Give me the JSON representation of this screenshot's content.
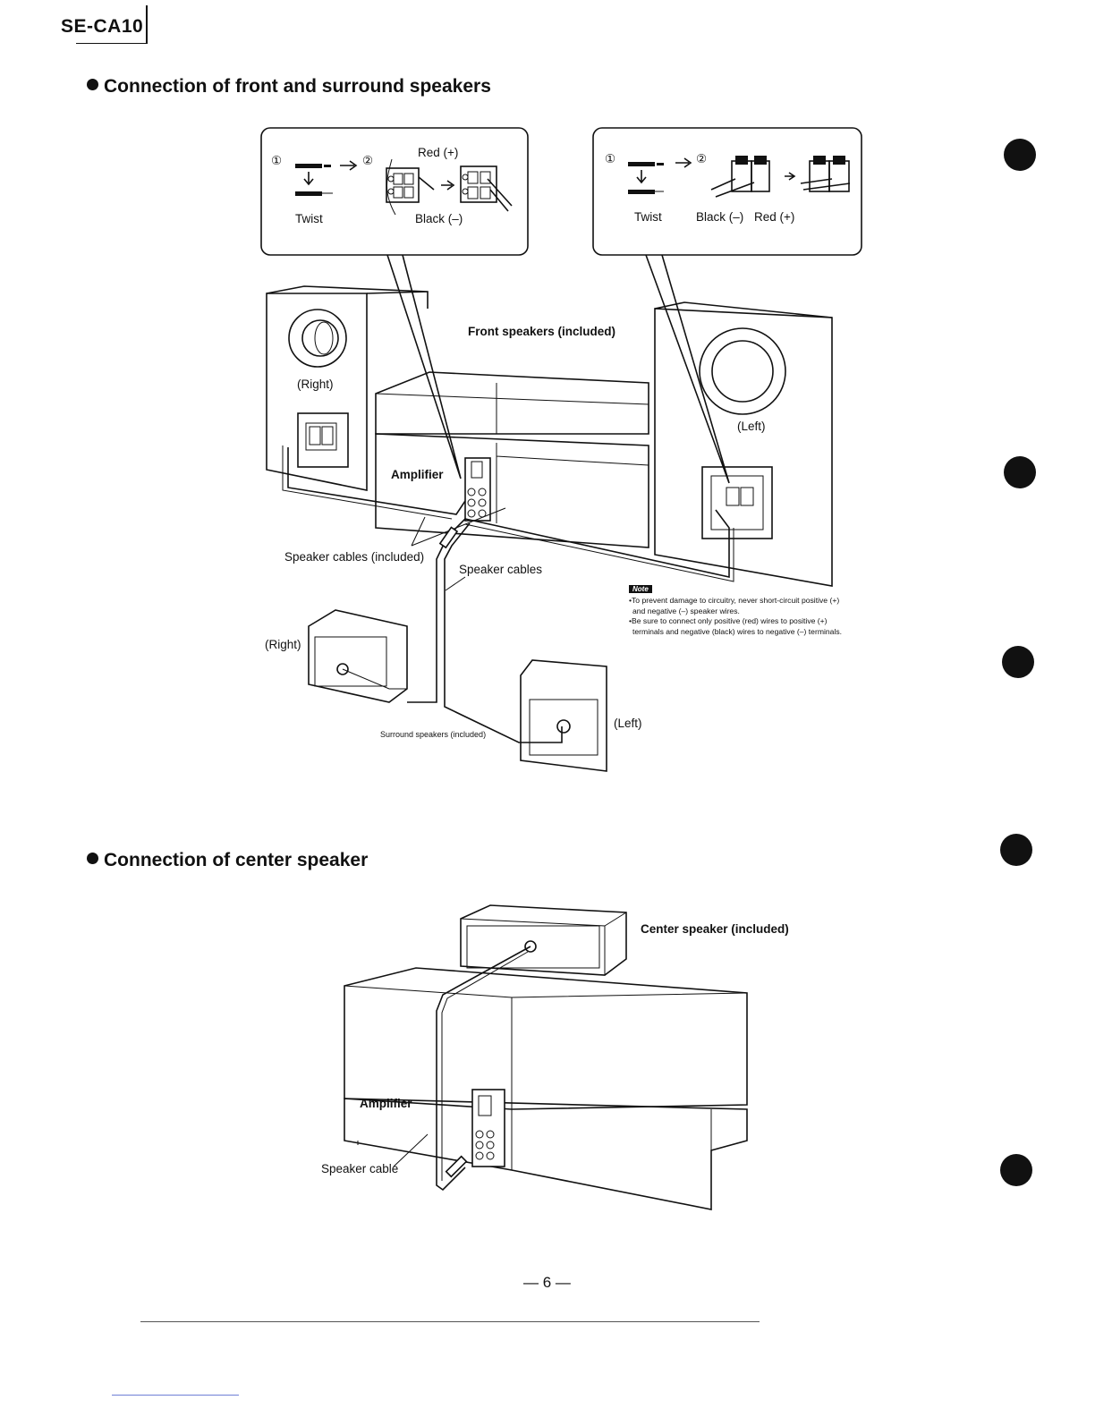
{
  "header": {
    "model": "SE-CA10"
  },
  "section1": {
    "heading": "Connection of front and surround speakers",
    "left_callout": {
      "step1": "①",
      "step2": "②",
      "twist": "Twist",
      "red": "Red (+)",
      "black": "Black (–)"
    },
    "right_callout": {
      "step1": "①",
      "step2": "②",
      "twist": "Twist",
      "black": "Black (–)",
      "red": "Red (+)"
    },
    "labels": {
      "front_speakers": "Front speakers (included)",
      "right_front": "(Right)",
      "left_front": "(Left)",
      "amplifier": "Amplifier",
      "speaker_cables_included": "Speaker cables (included)",
      "speaker_cables": "Speaker cables",
      "right_surround": "(Right)",
      "left_surround": "(Left)",
      "surround_speakers": "Surround speakers (included)"
    },
    "note": {
      "badge": "Note",
      "line1": "•To prevent damage to circuitry, never short-circuit positive (+)",
      "line2": "and negative (–) speaker wires.",
      "line3": "•Be sure to connect only positive (red) wires to positive (+)",
      "line4": "terminals and negative (black) wires to negative (–) terminals."
    }
  },
  "section2": {
    "heading": "Connection of center speaker",
    "labels": {
      "center_speaker": "Center speaker (included)",
      "amplifier": "Amplifier",
      "speaker_cable": "Speaker cable"
    }
  },
  "footer": {
    "page_number": "— 6 —"
  }
}
